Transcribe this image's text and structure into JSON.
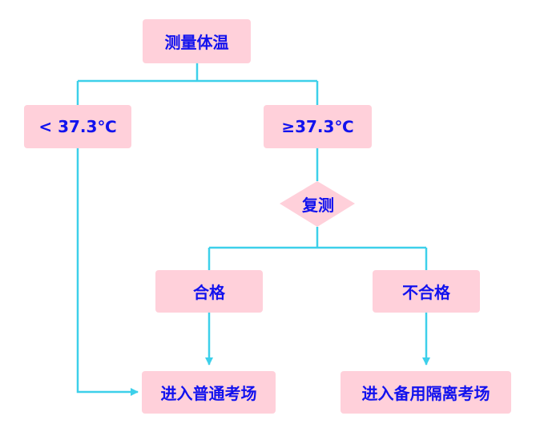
{
  "nodes": {
    "start": "测量体温",
    "low_temp": "< 37.3℃",
    "high_temp": "≥37.3℃",
    "recheck": "复测",
    "pass": "合格",
    "fail": "不合格",
    "normal_room": "进入普通考场",
    "isolation_room": "进入备用隔离考场"
  },
  "colors": {
    "box_fill": "#ffd0da",
    "text": "#1212ee",
    "connector": "#3dd0ea"
  }
}
